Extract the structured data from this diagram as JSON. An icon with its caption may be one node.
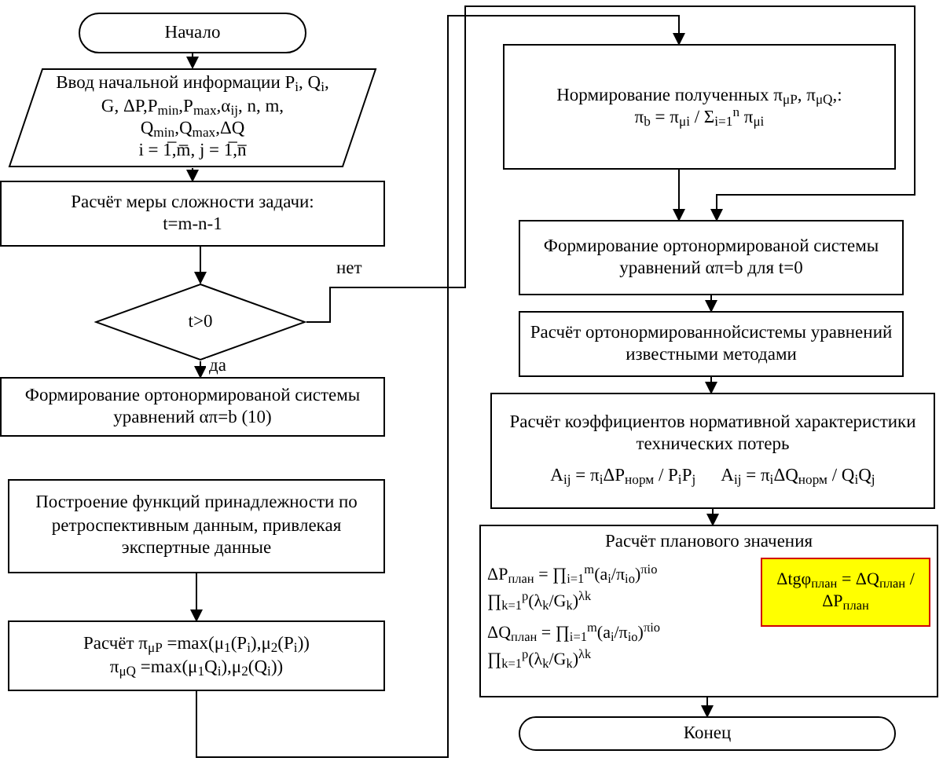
{
  "diagram": {
    "nodes": [
      {
        "text": [
          "Начало"
        ]
      },
      {
        "text": [
          "Ввод начальной информации P$_{i}$, Q$_{i}$, G, ΔP,P$_{min}$,P$_{max}$,α$_{ij}$, n, m, Q$_{min}$,Q$_{max}$,ΔQ",
          "i = 1̅,m̅, j = 1̅,n̅"
        ]
      },
      {
        "text": [
          "Расчёт меры сложности задачи:",
          "t=m-n-1"
        ]
      },
      {
        "text": [
          "t>0"
        ]
      },
      {
        "text": [
          "Формирование ортонормированой системы уравнений απ=b (10)"
        ]
      },
      {
        "text": [
          "Построение функций принадлежности по ретроспективным данным, привлекая экспертные данные"
        ]
      },
      {
        "text": [
          "Расчёт π$_{μP}$ =max(μ$_{1}$(P$_{i}$),μ$_{2}$(P$_{i}$))",
          "π$_{μQ}$ =max(μ$_{1}$Q$_{i}$),μ$_{2}$(Q$_{i}$))"
        ]
      },
      {
        "text": [
          "Нормирование полученных π$_{μP}$, π$_{μQ}$,:",
          "π$_{b}$ = π$_{μi}$ / Σ$_{i=1}$$^{n}$ π$_{μi}$"
        ]
      },
      {
        "text": [
          "Формирование ортонормированой системы уравнений απ=b для t=0"
        ]
      },
      {
        "text": [
          "Расчёт ортонормированнойсистемы уравнений известными методами"
        ]
      },
      {
        "text": [
          "Расчёт коэффициентов нормативной характеристики технических потерь",
          "A$_{ij}$ = π$_{i}$ΔP$_{норм}$ / P$_{i}$P$_{j}$",
          "A$_{ij}$ = π$_{i}$ΔQ$_{норм}$ / Q$_{i}$Q$_{j}$"
        ]
      },
      {
        "text": [
          "Расчёт планового значения",
          "ΔP$_{план}$ = ∏$_{i=1}$$^{m}$(a$_{i}$/π$_{io}$)$^{πio}$ ∏$_{k=1}$$^{p}$(λ$_{k}$/G$_{k}$)$^{λk}$",
          "ΔQ$_{план}$ = ∏$_{i=1}$$^{m}$(a$_{i}$/π$_{io}$)$^{πio}$ ∏$_{k=1}$$^{p}$(λ$_{k}$/G$_{k}$)$^{λk}$"
        ]
      },
      {
        "text": [
          "Δtgφ$_{план}$ = ΔQ$_{план}$ / ΔP$_{план}$"
        ],
        "in": 11
      },
      {
        "text": [
          "Конец"
        ]
      }
    ],
    "edges": [
      {
        "from": 0,
        "to": 1,
        "arrow": "to"
      },
      {
        "from": 1,
        "to": 2,
        "arrow": "to"
      },
      {
        "from": 2,
        "to": 3,
        "arrow": "to"
      },
      {
        "from": 3,
        "to": 4,
        "arrow": "to",
        "label": "да"
      },
      {
        "from": 3,
        "to": 8,
        "arrow": "to",
        "label": "нет"
      },
      {
        "from": 5,
        "to": 6,
        "arrow": "to"
      },
      {
        "from": 6,
        "to": 7,
        "arrow": "to"
      },
      {
        "from": 7,
        "to": 8,
        "arrow": "to"
      },
      {
        "from": 8,
        "to": 9,
        "arrow": "to"
      },
      {
        "from": 9,
        "to": 10,
        "arrow": "to"
      },
      {
        "from": 10,
        "to": 11,
        "arrow": "to"
      },
      {
        "from": 11,
        "to": 13,
        "arrow": "to"
      }
    ]
  }
}
